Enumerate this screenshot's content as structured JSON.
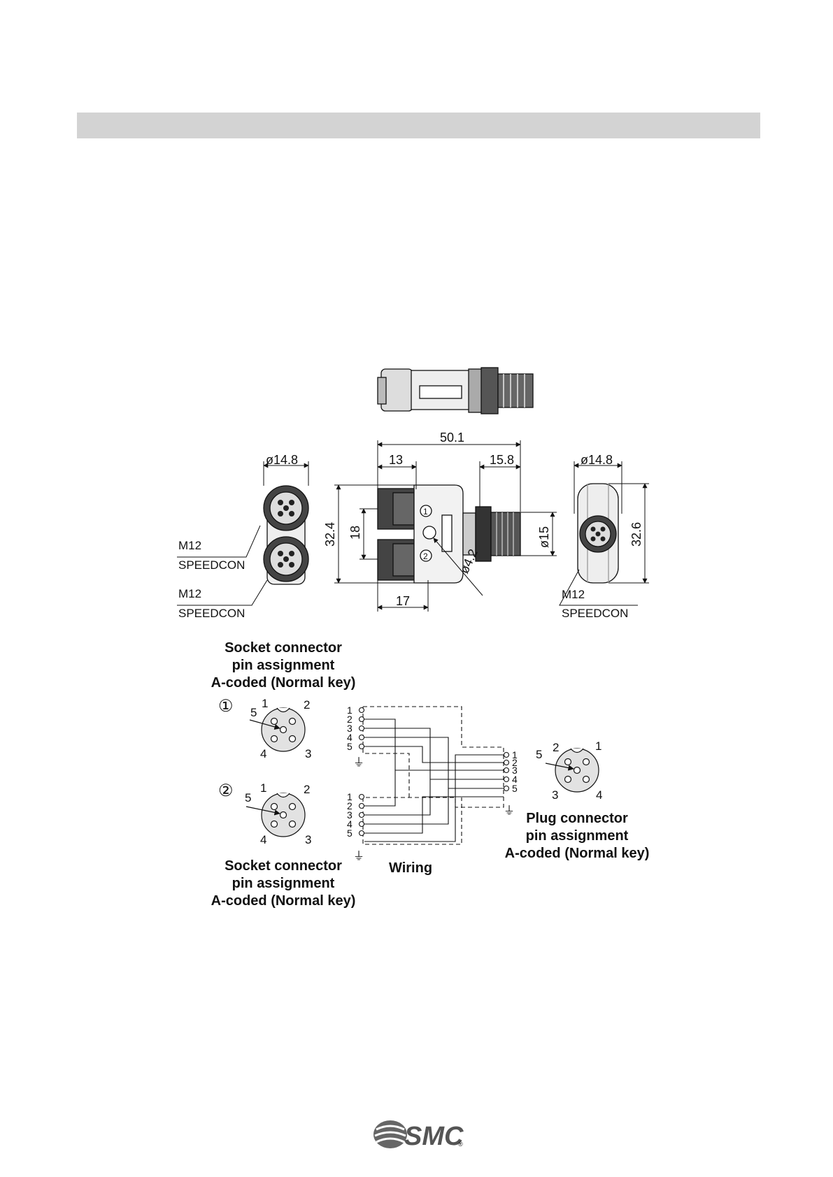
{
  "header": {
    "title": ""
  },
  "dimensions": {
    "overall_length": "50.1",
    "left_dia": "ø14.8",
    "right_dia": "ø14.8",
    "d13": "13",
    "d15_8": "15.8",
    "d32_4": "32.4",
    "d18": "18",
    "d15": "ø15",
    "d4_2": "ø4.2",
    "d17": "17",
    "d32_6": "32.6"
  },
  "connector_labels": {
    "m12_a": "M12",
    "speedcon_a": "SPEEDCON",
    "m12_b": "M12",
    "speedcon_b": "SPEEDCON",
    "m12_c": "M12",
    "speedcon_c": "SPEEDCON"
  },
  "socket_top": {
    "title_l1": "Socket connector",
    "title_l2": "pin assignment",
    "title_l3": "A-coded (Normal key)",
    "marker": "①",
    "pins": [
      "1",
      "2",
      "3",
      "4",
      "5"
    ]
  },
  "socket_bottom": {
    "title_l1": "Socket connector",
    "title_l2": "pin assignment",
    "title_l3": "A-coded (Normal key)",
    "marker": "②",
    "pins": [
      "1",
      "2",
      "3",
      "4",
      "5"
    ]
  },
  "plug": {
    "title_l1": "Plug connector",
    "title_l2": "pin assignment",
    "title_l3": "A-coded (Normal key)",
    "pins": [
      "1",
      "2",
      "3",
      "4",
      "5"
    ]
  },
  "wiring": {
    "label": "Wiring",
    "left_top_pins": [
      "1",
      "2",
      "3",
      "4",
      "5"
    ],
    "left_bottom_pins": [
      "1",
      "2",
      "3",
      "4",
      "5"
    ],
    "right_pins": [
      "1",
      "2",
      "3",
      "4",
      "5"
    ],
    "ground_symbol": "⏚"
  },
  "body_markers": {
    "port1": "1",
    "port2": "2"
  },
  "footer": {
    "brand": "SMC",
    "registered": "®"
  }
}
